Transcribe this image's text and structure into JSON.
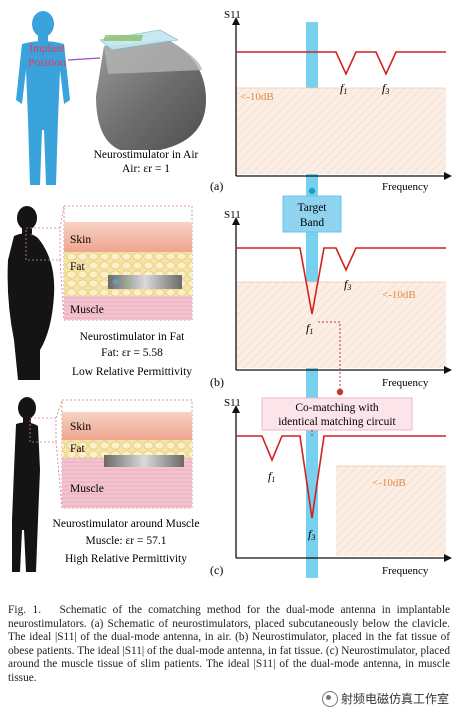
{
  "panel_a": {
    "implant_label_line1": "Implant",
    "implant_label_line2": "Position",
    "caption_line1": "Neurostimulator in Air",
    "caption_line2": "Air: εr = 1",
    "letter": "(a)"
  },
  "panel_b": {
    "layer_skin": "Skin",
    "layer_fat": "Fat",
    "layer_muscle": "Muscle",
    "caption_line1": "Neurostimulator  in Fat",
    "caption_line2": "Fat:   εr = 5.58",
    "caption_line3": "Low Relative Permittivity",
    "letter": "(b)"
  },
  "panel_c": {
    "layer_skin": "Skin",
    "layer_fat": "Fat",
    "layer_muscle": "Muscle",
    "caption_line1": "Neurostimulator around Muscle",
    "caption_line2": "Muscle:   εr = 57.1",
    "caption_line3": "High Relative Permittivity",
    "letter": "(c)"
  },
  "annotations": {
    "target_band_line1": "Target",
    "target_band_line2": "Band",
    "comatching_line1": "Co-matching with",
    "comatching_line2": "identical matching circuit"
  },
  "colors": {
    "curve": "#d42020",
    "band": "#5fc8ea",
    "band_dark": "#1f9fd0",
    "threshold_fill": "#fbeee4",
    "threshold_text": "#e2894a",
    "body_blue": "#3aa3dc",
    "body_black": "#141414",
    "skin": "#f2b9a6",
    "fat": "#f6e3a8",
    "muscle": "#f3c3cf",
    "implant_text": "#e03a5a"
  },
  "chart_data": [
    {
      "type": "line",
      "title": "",
      "ylabel": "S11",
      "xlabel": "Frequency",
      "threshold_label": "<-10dB",
      "threshold_db": -10,
      "resonances": [
        {
          "label": "f1",
          "position": "right of target band, shallow"
        },
        {
          "label": "f3",
          "position": "right of target band, shallow"
        }
      ],
      "target_band": "between y-axis and f1",
      "panel": "(a)"
    },
    {
      "type": "line",
      "title": "",
      "ylabel": "S11",
      "xlabel": "Frequency",
      "threshold_label": "<-10dB",
      "threshold_db": -10,
      "resonances": [
        {
          "label": "f1",
          "position": "inside target band, deep (below -10dB)"
        },
        {
          "label": "f3",
          "position": "right of target band, shallow"
        }
      ],
      "panel": "(b)"
    },
    {
      "type": "line",
      "title": "",
      "ylabel": "S11",
      "xlabel": "Frequency",
      "threshold_label": "<-10dB",
      "threshold_db": -10,
      "resonances": [
        {
          "label": "f1",
          "position": "left of target band, shallow"
        },
        {
          "label": "f3",
          "position": "inside target band, deep (below -10dB)"
        }
      ],
      "panel": "(c)"
    }
  ],
  "caption": {
    "lead": "Fig. 1.",
    "text": "Schematic of the comatching method for the dual-mode antenna in implantable neurostimulators. (a) Schematic of neurostimulators, placed subcutaneously below the clavicle. The ideal |S11| of the dual-mode antenna, in air. (b) Neurostimulator, placed in the fat tissue of obese patients. The ideal |S11| of the dual-mode antenna, in fat tissue. (c) Neurostimulator, placed around the muscle tissue of slim patients. The ideal |S11| of the dual-mode antenna, in muscle tissue."
  },
  "watermark": "射频电磁仿真工作室"
}
